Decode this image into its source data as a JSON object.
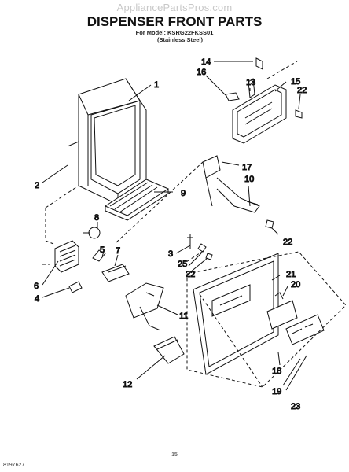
{
  "watermark": "AppliancePartsPros.com",
  "header": {
    "title": "DISPENSER FRONT PARTS",
    "model_line": "For Model: KSRG22FKSS01",
    "finish_line": "(Stainless Steel)"
  },
  "callouts": {
    "c1": "1",
    "c2": "2",
    "c3": "3",
    "c4": "4",
    "c5": "5",
    "c6": "6",
    "c7": "7",
    "c8": "8",
    "c9": "9",
    "c10": "10",
    "c11": "11",
    "c12": "12",
    "c13": "13",
    "c14": "14",
    "c15": "15",
    "c16": "16",
    "c17": "17",
    "c18": "18",
    "c19": "19",
    "c20": "20",
    "c21": "21",
    "c22a": "22",
    "c22b": "22",
    "c22c": "22",
    "c23": "23",
    "c25": "25"
  },
  "footer": {
    "page_number": "15",
    "doc_code": "8197627"
  }
}
